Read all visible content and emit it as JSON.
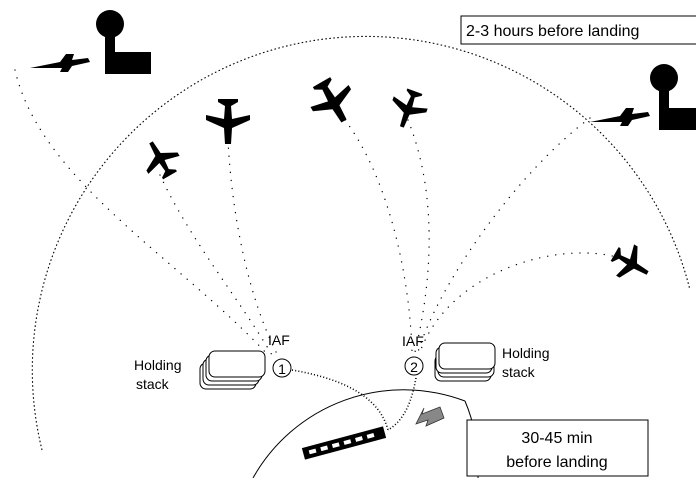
{
  "labels": {
    "top_right_box": "2-3 hours before landing",
    "bottom_right_box_line1": "30-45 min",
    "bottom_right_box_line2": "before landing",
    "holding_left_line1": "Holding",
    "holding_left_line2": "stack",
    "holding_right_line1": "Holding",
    "holding_right_line2": "stack",
    "iaf_left": "IAF",
    "iaf_right": "IAF",
    "fix_1": "1",
    "fix_2": "2"
  },
  "icons": {
    "tower": "control-tower-icon",
    "aircraft": "airplane-icon",
    "runway": "runway-icon",
    "arrow": "arrow-icon"
  },
  "colors": {
    "ink": "#000000",
    "arrow_fill": "#888888"
  }
}
